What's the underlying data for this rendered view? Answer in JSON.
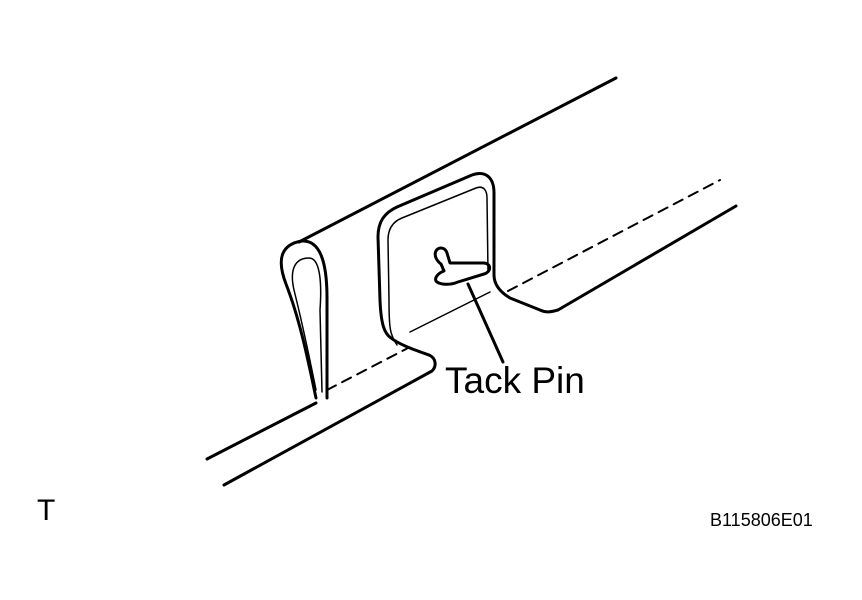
{
  "labels": {
    "callout": "Tack Pin",
    "corner_mark": "T",
    "figure_code": "B115806E01"
  },
  "colors": {
    "line": "#000000",
    "background": "#ffffff"
  }
}
